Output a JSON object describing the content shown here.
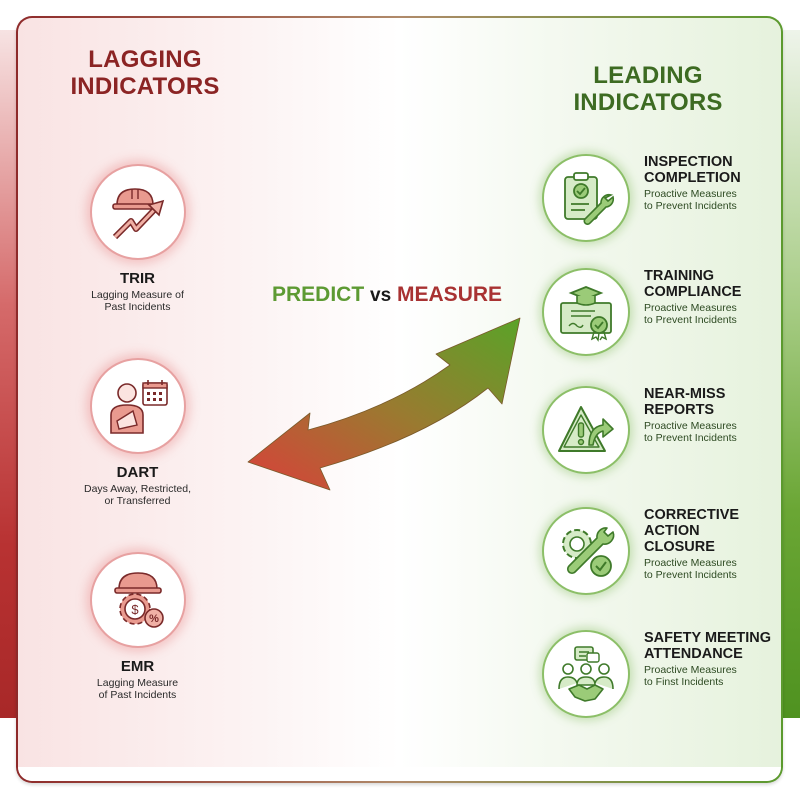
{
  "left": {
    "heading_line1": "LAGGING",
    "heading_line2": "INDICATORS",
    "color": "#8b2424",
    "items": [
      {
        "icon": "hardhat-trend-up-icon",
        "title": "TRIR",
        "desc_line1": "Lagging Measure of",
        "desc_line2": "Past Incidents"
      },
      {
        "icon": "injured-worker-calendar-icon",
        "title": "DART",
        "desc_line1": "Days Away, Restricted,",
        "desc_line2": "or Transferred"
      },
      {
        "icon": "hardhat-gear-cost-icon",
        "title": "EMR",
        "desc_line1": "Lagging Measure",
        "desc_line2": "of Past Incidents"
      }
    ]
  },
  "right": {
    "heading_line1": "LEADING",
    "heading_line2": "INDICATORS",
    "color": "#3d6b22",
    "items": [
      {
        "icon": "clipboard-wrench-icon",
        "title_line1": "INSPECTION",
        "title_line2": "COMPLETION",
        "title_line3": "",
        "desc_line1": "Proactive Measures",
        "desc_line2": "to Prevent Incidents"
      },
      {
        "icon": "certificate-graduation-icon",
        "title_line1": "TRAINING",
        "title_line2": "COMPLIANCE",
        "title_line3": "",
        "desc_line1": "Proactive Measures",
        "desc_line2": "to Prevent Incidents"
      },
      {
        "icon": "warning-triangle-arrow-icon",
        "title_line1": "NEAR-MISS",
        "title_line2": "REPORTS",
        "title_line3": "",
        "desc_line1": "Proactive Measures",
        "desc_line2": "to Prevent Incidents"
      },
      {
        "icon": "gear-wrench-check-icon",
        "title_line1": "CORRECTIVE",
        "title_line2": "ACTION",
        "title_line3": "CLOSURE",
        "desc_line1": "Proactive Measures",
        "desc_line2": "to Prevent Incidents"
      },
      {
        "icon": "meeting-handshake-icon",
        "title_line1": "SAFETY MEETING",
        "title_line2": "ATTENDANCE",
        "title_line3": "",
        "desc_line1": "Proactive Measures",
        "desc_line2": "to Finst Incidents"
      }
    ]
  },
  "center": {
    "predict": "PREDICT",
    "vs": "vs",
    "measure": "MEASURE",
    "arrow": "double-headed-gradient-arrow",
    "colors": {
      "predict": "#5d9a33",
      "measure": "#a83232"
    }
  }
}
